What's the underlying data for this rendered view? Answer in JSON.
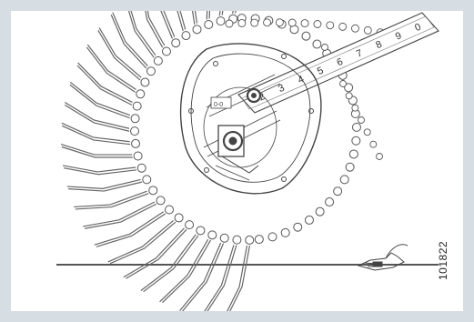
{
  "figure": {
    "id": "101822",
    "strip_digits": [
      "2",
      "3",
      "4",
      "5",
      "6",
      "7",
      "8",
      "9",
      "0"
    ],
    "index_label": "0-0"
  },
  "colors": {
    "frame": "#d6dde3",
    "panel": "#ffffff",
    "line": "#444444"
  }
}
